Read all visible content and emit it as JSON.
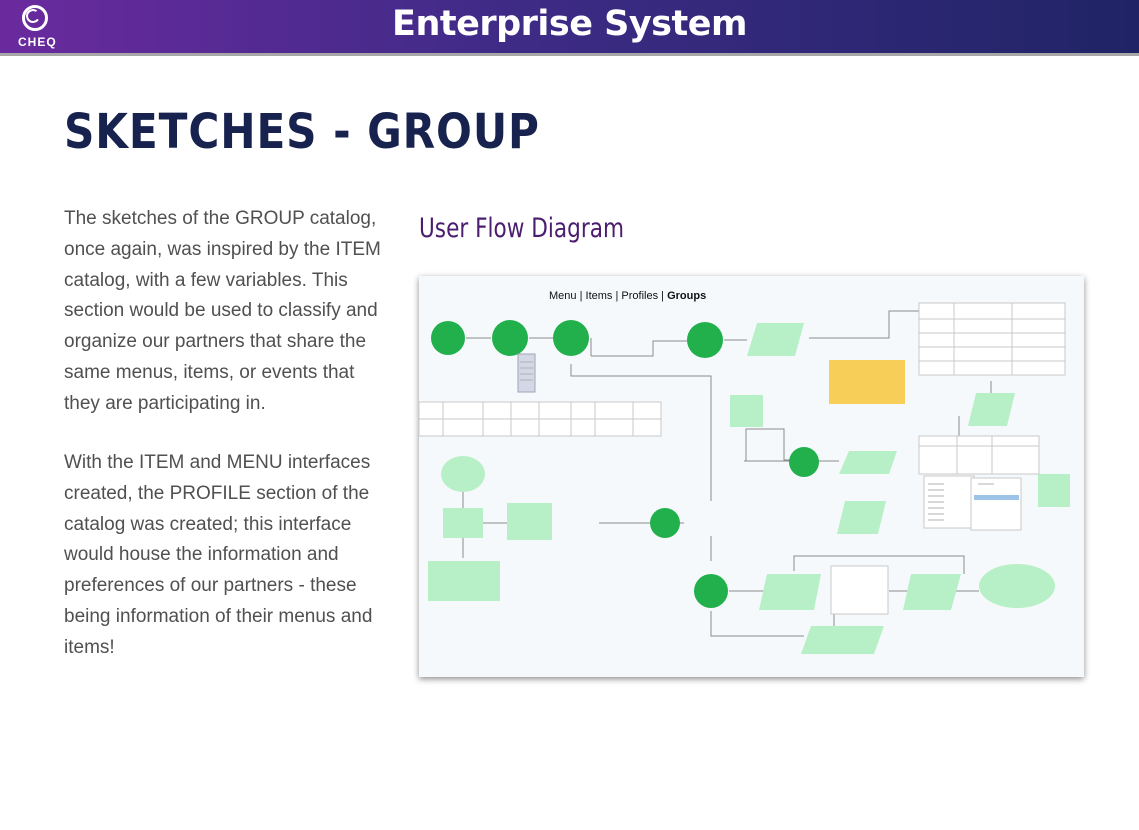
{
  "header": {
    "logo_text": "CHEQ",
    "title": "Enterprise System"
  },
  "page_title": "SKETCHES - GROUP",
  "paragraphs": [
    "The sketches of the GROUP catalog, once again, was inspired by the ITEM catalog, with a few variables. This section would be used to classify and organize our partners that share the same menus, items, or events that they are participating in.",
    "With the ITEM and MENU interfaces created, the PROFILE section of the catalog was created; this interface would house the information and preferences of our partners - these being information of their menus and items!"
  ],
  "diagram": {
    "heading": "User Flow Diagram",
    "nav": {
      "menu": "Menu",
      "items": "Items",
      "profiles": "Profiles",
      "groups": "Groups",
      "sep": "|"
    },
    "colors": {
      "node_green": "#21b04b",
      "shape_mint": "#b7f0c6",
      "sticky_yellow": "#f7cf58",
      "line": "#8a8a8a",
      "background": "#f6f9fc"
    }
  }
}
